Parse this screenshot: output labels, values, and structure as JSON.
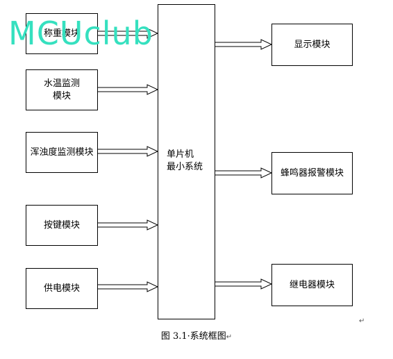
{
  "inputs": [
    {
      "label": "称重模块"
    },
    {
      "label": "水温监测\n模块"
    },
    {
      "label": "浑浊度监测模块"
    },
    {
      "label": "按键模块"
    },
    {
      "label": "供电模块"
    }
  ],
  "mcu": {
    "label": "单片机\n最小系统"
  },
  "outputs": [
    {
      "label": "显示模块"
    },
    {
      "label": "蜂鸣器报警模块"
    },
    {
      "label": "继电器模块"
    }
  ],
  "watermark": "MCUclub",
  "caption": "图 3.1·系统框图",
  "caption_mark": "↵",
  "paragraph_mark": "↵"
}
